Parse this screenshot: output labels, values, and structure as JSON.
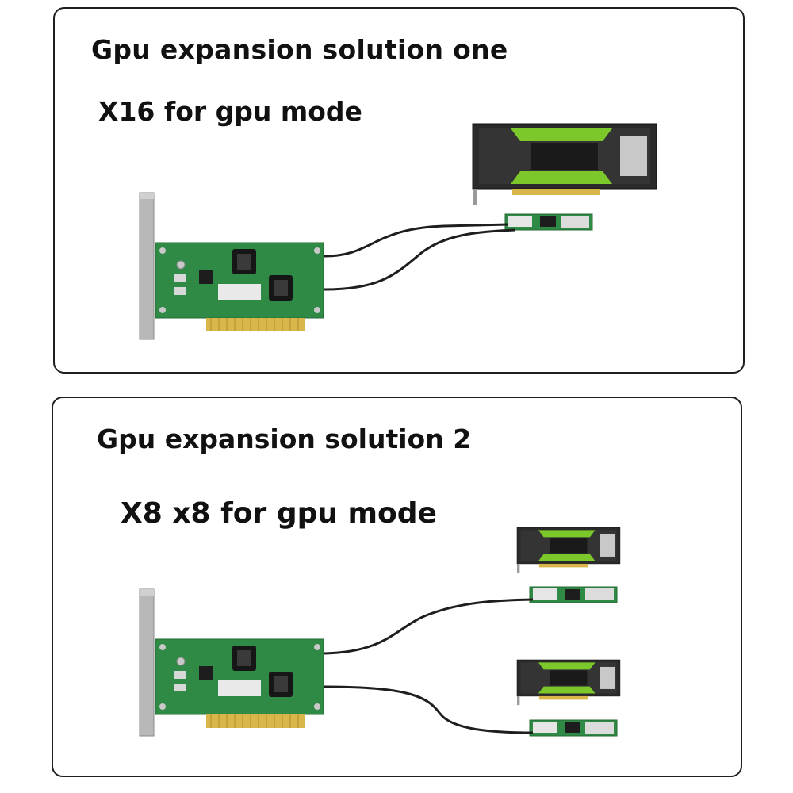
{
  "panels": [
    {
      "title": "Gpu expansion solution one",
      "mode": "X16 for gpu mode"
    },
    {
      "title": "Gpu expansion solution 2",
      "mode": "X8 x8 for gpu mode"
    }
  ],
  "colors": {
    "pcb": "#2f8a46",
    "gpu_accent": "#7cc82a",
    "gpu_body": "#2a2a2a",
    "bracket": "#b8b8b8",
    "gold_fingers": "#d9b64a",
    "cable": "#1e1e1e",
    "frame": "#1f1f1f"
  }
}
